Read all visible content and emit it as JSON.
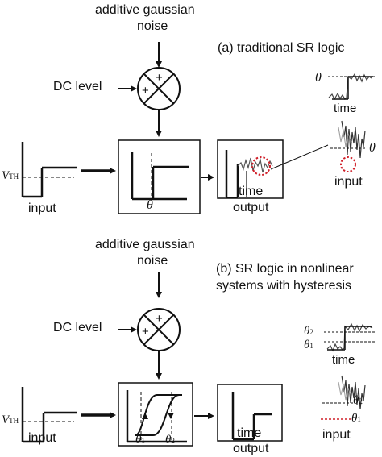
{
  "panel_a": {
    "noise_label_1": "additive gaussian",
    "noise_label_2": "noise",
    "dc_label": "DC level",
    "plus_top": "+",
    "plus_left": "+",
    "title": "(a) traditional SR logic",
    "vth_main": "V",
    "vth_sub": "TH",
    "input_label": "input",
    "threshold_label": "θ",
    "time_label": "time",
    "output_label": "output",
    "inset_theta_top": "θ",
    "inset_time": "time",
    "inset_theta_side": "θ",
    "inset_input": "input"
  },
  "panel_b": {
    "noise_label_1": "additive gaussian",
    "noise_label_2": "noise",
    "dc_label": "DC level",
    "plus_top": "+",
    "plus_left": "+",
    "title_1": "(b) SR logic in nonlinear",
    "title_2": "systems with hysteresis",
    "vth_main": "V",
    "vth_sub": "TH",
    "input_label": "input",
    "theta1_main": "θ",
    "theta1_sub": "1",
    "theta2_main": "θ",
    "theta2_sub": "2",
    "time_label": "time",
    "output_label": "output",
    "inset_theta2_main": "θ",
    "inset_theta2_sub": "2",
    "inset_theta1_main": "θ",
    "inset_theta1_sub": "1",
    "inset_time": "time",
    "inset2_theta2_main": "θ",
    "inset2_theta2_sub": "2",
    "inset2_theta1_main": "θ",
    "inset2_theta1_sub": "1",
    "inset_input": "input"
  },
  "colors": {
    "line": "#111111",
    "threshold_red": "#d0202a",
    "noise_gray": "#555555"
  }
}
